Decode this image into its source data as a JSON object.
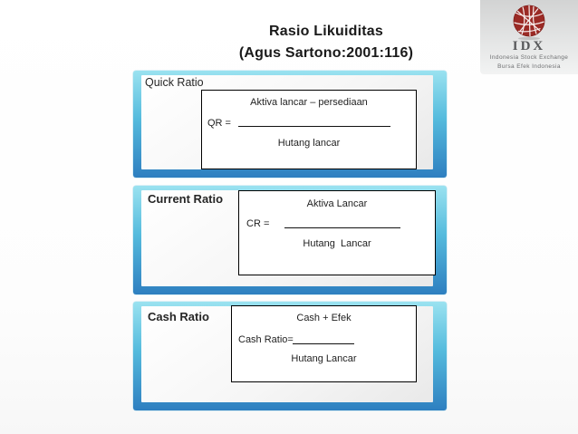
{
  "slide": {
    "title_line1": "Rasio Likuiditas",
    "title_line2": "(Agus Sartono:2001:116)"
  },
  "logo": {
    "name": "IDX",
    "subtitle1": "Indonesia Stock Exchange",
    "subtitle2": "Bursa Efek Indonesia",
    "globe_color": "#9b2a25",
    "text_color": "#57585a"
  },
  "colors": {
    "frame_gradient_top": "#9ae2f0",
    "frame_gradient_bottom": "#2e7fc0",
    "panel_background": "#f2f2f2",
    "formula_box_border": "#000000"
  },
  "sections": [
    {
      "label": "Quick Ratio",
      "lhs": "QR =",
      "numerator": "Aktiva lancar – persediaan",
      "denominator": "Hutang lancar"
    },
    {
      "label": "Current Ratio",
      "lhs": "CR =",
      "numerator": "Aktiva Lancar",
      "denominator": "Hutang  Lancar"
    },
    {
      "label": "Cash Ratio",
      "lhs": "Cash Ratio=",
      "numerator": "Cash + Efek",
      "denominator": "Hutang Lancar"
    }
  ]
}
